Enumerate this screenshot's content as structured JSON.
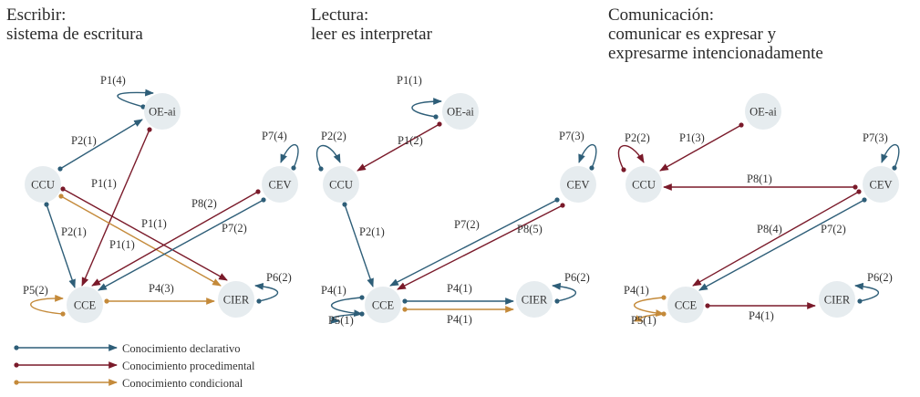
{
  "colors": {
    "declarativo": "#2e5e78",
    "procedimental": "#7a1a2a",
    "condicional": "#c48a3a",
    "node_fill": "#e6ecef"
  },
  "panels": [
    {
      "id": "escribir",
      "title_lines": [
        "Escribir:",
        "sistema de escritura"
      ],
      "nodes": [
        "OE-ai",
        "CCU",
        "CEV",
        "CCE",
        "CIER"
      ],
      "edges": [
        {
          "from": "OE-ai",
          "to": "OE-ai",
          "type": "declarativo",
          "label": "P1(4)"
        },
        {
          "from": "CCU",
          "to": "OE-ai",
          "type": "declarativo",
          "label": "P2(1)"
        },
        {
          "from": "OE-ai",
          "to": "CCE",
          "type": "procedimental",
          "label": "P1(1)"
        },
        {
          "from": "CEV",
          "to": "CEV",
          "type": "declarativo",
          "label": "P7(4)"
        },
        {
          "from": "CCU",
          "to": "CCE",
          "type": "declarativo",
          "label": "P2(1)"
        },
        {
          "from": "CCU",
          "to": "CIER",
          "type": "procedimental",
          "label": "P1(1)"
        },
        {
          "from": "CCU",
          "to": "CIER",
          "type": "condicional",
          "label": "P1(1)"
        },
        {
          "from": "CEV",
          "to": "CCE",
          "type": "procedimental",
          "label": "P8(2)"
        },
        {
          "from": "CEV",
          "to": "CCE",
          "type": "declarativo",
          "label": "P7(2)"
        },
        {
          "from": "CCE",
          "to": "CCE",
          "type": "condicional",
          "label": "P5(2)"
        },
        {
          "from": "CCE",
          "to": "CIER",
          "type": "condicional",
          "label": "P4(3)"
        },
        {
          "from": "CIER",
          "to": "CIER",
          "type": "declarativo",
          "label": "P6(2)"
        }
      ]
    },
    {
      "id": "lectura",
      "title_lines": [
        "Lectura:",
        "leer es interpretar"
      ],
      "nodes": [
        "OE-ai",
        "CCU",
        "CEV",
        "CCE",
        "CIER"
      ],
      "edges": [
        {
          "from": "OE-ai",
          "to": "OE-ai",
          "type": "declarativo",
          "label": "P1(1)"
        },
        {
          "from": "OE-ai",
          "to": "CCU",
          "type": "procedimental",
          "label": "P1(2)"
        },
        {
          "from": "CCU",
          "to": "CCU",
          "type": "declarativo",
          "label": "P2(2)"
        },
        {
          "from": "CEV",
          "to": "CEV",
          "type": "declarativo",
          "label": "P7(3)"
        },
        {
          "from": "CCU",
          "to": "CCE",
          "type": "declarativo",
          "label": "P2(1)"
        },
        {
          "from": "CEV",
          "to": "CCE",
          "type": "declarativo",
          "label": "P7(2)"
        },
        {
          "from": "CEV",
          "to": "CCE",
          "type": "procedimental",
          "label": "P8(5)"
        },
        {
          "from": "CCE",
          "to": "CCE",
          "type": "declarativo",
          "label": "P4(1)"
        },
        {
          "from": "CCE",
          "to": "CCE",
          "type": "declarativo",
          "label": "P5(1)"
        },
        {
          "from": "CCE",
          "to": "CIER",
          "type": "declarativo",
          "label": "P4(1)"
        },
        {
          "from": "CCE",
          "to": "CIER",
          "type": "condicional",
          "label": "P4(1)"
        },
        {
          "from": "CIER",
          "to": "CIER",
          "type": "declarativo",
          "label": "P6(2)"
        }
      ]
    },
    {
      "id": "comunicacion",
      "title_lines": [
        "Comunicación:",
        "comunicar es expresar y",
        "expresarme intencionadamente"
      ],
      "nodes": [
        "OE-ai",
        "CCU",
        "CEV",
        "CCE",
        "CIER"
      ],
      "edges": [
        {
          "from": "OE-ai",
          "to": "CCU",
          "type": "procedimental",
          "label": "P1(3)"
        },
        {
          "from": "CCU",
          "to": "CCU",
          "type": "procedimental",
          "label": "P2(2)"
        },
        {
          "from": "CEV",
          "to": "CEV",
          "type": "declarativo",
          "label": "P7(3)"
        },
        {
          "from": "CEV",
          "to": "CCU",
          "type": "procedimental",
          "label": "P8(1)"
        },
        {
          "from": "CEV",
          "to": "CCE",
          "type": "procedimental",
          "label": "P8(4)"
        },
        {
          "from": "CEV",
          "to": "CCE",
          "type": "declarativo",
          "label": "P7(2)"
        },
        {
          "from": "CCE",
          "to": "CCE",
          "type": "condicional",
          "label": "P4(1)"
        },
        {
          "from": "CCE",
          "to": "CCE",
          "type": "condicional",
          "label": "P5(1)"
        },
        {
          "from": "CCE",
          "to": "CIER",
          "type": "procedimental",
          "label": "P4(1)"
        },
        {
          "from": "CIER",
          "to": "CIER",
          "type": "declarativo",
          "label": "P6(2)"
        }
      ]
    }
  ],
  "legend": [
    {
      "type": "declarativo",
      "label": "Conocimiento declarativo"
    },
    {
      "type": "procedimental",
      "label": "Conocimiento procedimental"
    },
    {
      "type": "condicional",
      "label": "Conocimiento condicional"
    }
  ]
}
